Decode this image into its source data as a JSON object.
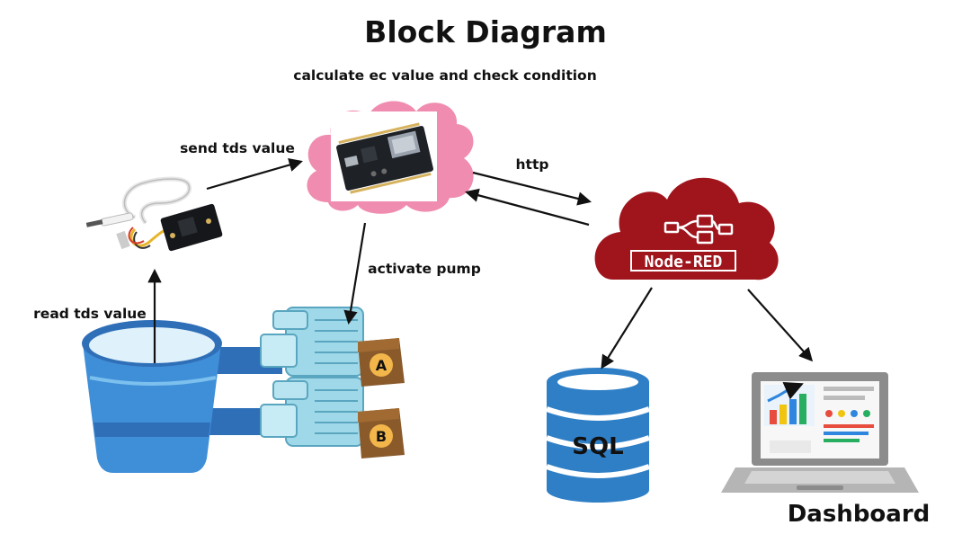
{
  "diagram": {
    "title": "Block Diagram",
    "labels": {
      "esp32_caption": "calculate ec value and check condition",
      "send_tds": "send tds value",
      "http": "http",
      "activate_pump": "activate pump",
      "read_tds": "read tds value",
      "dashboard": "Dashboard"
    },
    "nodered": {
      "text": "Node-RED",
      "color": "#a0141c"
    },
    "database": {
      "text": "SQL",
      "color": "#2f7fc6"
    },
    "nutrients": {
      "a": "A",
      "b": "B"
    },
    "colors": {
      "esp_cloud": "#f08cb0",
      "bucket": "#3f8fd8",
      "pump": "#9fd8e8",
      "laptop": "#8c8c8c",
      "arrow": "#111111"
    }
  }
}
